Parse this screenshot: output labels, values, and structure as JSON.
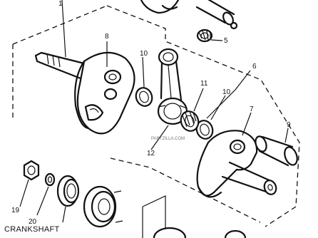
{
  "caption": "CRANKSHAFT",
  "callouts": {
    "c1": "1",
    "c5": "5",
    "c6": "6",
    "c7": "7",
    "c8": "8",
    "c9": "9",
    "c10a": "10",
    "c10b": "10",
    "c11": "11",
    "c12": "12",
    "c19": "19",
    "c20": "20"
  },
  "watermark": "PARTZILLA.COM"
}
